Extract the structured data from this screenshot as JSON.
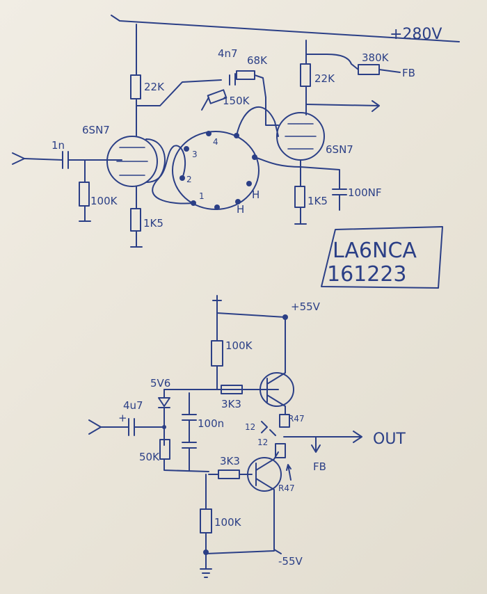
{
  "supply": {
    "hv": "+280V",
    "fb": "FB"
  },
  "tube_stage": {
    "tube_left": "6SN7",
    "tube_right": "6SN7",
    "input_cap": "1n",
    "grid_resistor": "100K",
    "cathode_left": "1K5",
    "anode_left": "22K",
    "anode_right": "22K",
    "feedback_cap": "4n7",
    "pot_a": "68K",
    "pot_b": "150K",
    "fb_resistor": "380K",
    "cathode_right": "1K5",
    "cathode_cap": "100NF",
    "pins": {
      "p1": "1",
      "p2": "2",
      "p3": "3",
      "p4": "4",
      "h1": "H",
      "h2": "H"
    }
  },
  "stamp": {
    "line1": "LA6NCA",
    "line2": "161223"
  },
  "ss_stage": {
    "pos_supply": "+55V",
    "neg_supply": "-55V",
    "top_resistor": "100K",
    "bottom_resistor": "100K",
    "zener": "5V6",
    "input_cap": "4u7",
    "plus_mark": "+",
    "cap_mid": "100n",
    "pot": "50K",
    "base_top": "3K3",
    "base_bottom": "3K3",
    "emitter_top": "R47",
    "emitter_bottom": "R47",
    "diode_top": "12",
    "diode_bottom": "12",
    "output": "OUT",
    "fb": "FB"
  }
}
